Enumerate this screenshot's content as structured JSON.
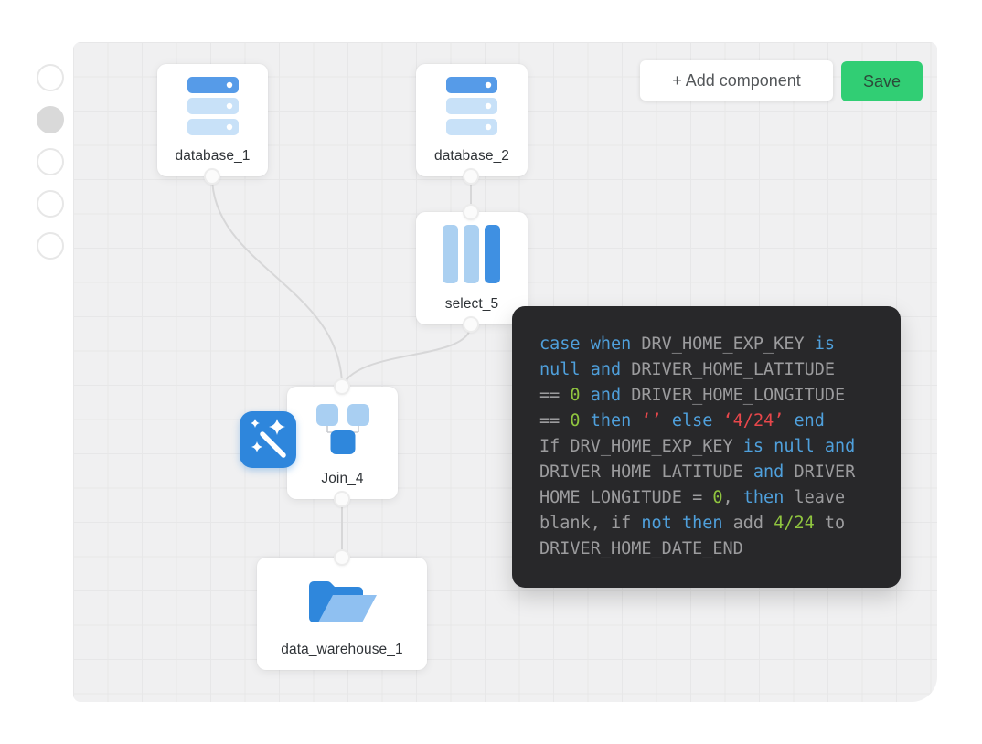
{
  "stepper": {
    "dots": [
      {
        "state": "default"
      },
      {
        "state": "active"
      },
      {
        "state": "default"
      },
      {
        "state": "default"
      },
      {
        "state": "default"
      }
    ]
  },
  "toolbar": {
    "add_component_label": "+ Add component",
    "save_label": "Save"
  },
  "nodes": {
    "database_1": {
      "label": "database_1",
      "type": "database"
    },
    "database_2": {
      "label": "database_2",
      "type": "database"
    },
    "select_5": {
      "label": "select_5",
      "type": "select"
    },
    "join_4": {
      "label": "Join_4",
      "type": "join",
      "badge": "magic-wand-icon"
    },
    "data_warehouse_1": {
      "label": "data_warehouse_1",
      "type": "data-warehouse"
    }
  },
  "colors": {
    "accent_blue": "#2E86DC",
    "light_blue": "#ABD0F1",
    "pale_blue": "#C8E1F8",
    "save_green": "#31CE74",
    "panel_background": "#28282A",
    "code_gray": "#9C9C9E",
    "code_blue": "#4FA0DC",
    "code_green": "#90C53F",
    "code_red": "#E8474B"
  },
  "code_panel": {
    "lines": [
      [
        {
          "t": "case when ",
          "c": "blue"
        },
        {
          "t": "DRV_HOME_EXP_KEY ",
          "c": "gray"
        },
        {
          "t": "is",
          "c": "blue"
        }
      ],
      [
        {
          "t": "null and ",
          "c": "blue"
        },
        {
          "t": "DRIVER_HOME_LATITUDE",
          "c": "gray"
        }
      ],
      [
        {
          "t": "== ",
          "c": "gray"
        },
        {
          "t": "0 ",
          "c": "green"
        },
        {
          "t": "and ",
          "c": "blue"
        },
        {
          "t": "DRIVER_HOME_LONGITUDE",
          "c": "gray"
        }
      ],
      [
        {
          "t": "== ",
          "c": "gray"
        },
        {
          "t": "0 ",
          "c": "green"
        },
        {
          "t": "then ",
          "c": "blue"
        },
        {
          "t": "‘’ ",
          "c": "red"
        },
        {
          "t": "else ",
          "c": "blue"
        },
        {
          "t": "‘4/24’ ",
          "c": "red"
        },
        {
          "t": "end",
          "c": "blue"
        }
      ],
      [
        {
          "t": "If DRV_HOME_EXP_KEY ",
          "c": "gray"
        },
        {
          "t": "is null and",
          "c": "blue"
        }
      ],
      [
        {
          "t": "DRIVER HOME LATITUDE ",
          "c": "gray"
        },
        {
          "t": "and ",
          "c": "blue"
        },
        {
          "t": "DRIVER",
          "c": "gray"
        }
      ],
      [
        {
          "t": "HOME LONGITUDE = ",
          "c": "gray"
        },
        {
          "t": "0",
          "c": "green"
        },
        {
          "t": ", ",
          "c": "gray"
        },
        {
          "t": "then ",
          "c": "blue"
        },
        {
          "t": "leave",
          "c": "gray"
        }
      ],
      [
        {
          "t": "blank, if ",
          "c": "gray"
        },
        {
          "t": "not then ",
          "c": "blue"
        },
        {
          "t": "add ",
          "c": "gray"
        },
        {
          "t": "4/24 ",
          "c": "green"
        },
        {
          "t": "to",
          "c": "gray"
        }
      ],
      [
        {
          "t": "DRIVER_HOME_DATE_END",
          "c": "gray"
        }
      ]
    ]
  }
}
